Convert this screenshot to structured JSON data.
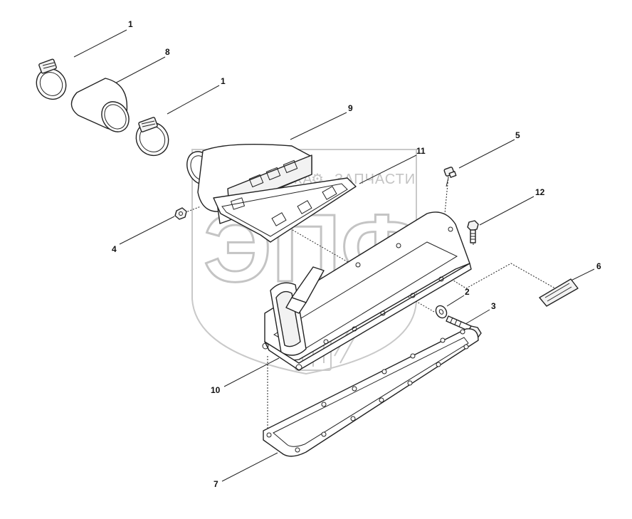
{
  "watermark": {
    "logo_text": "ЭПФ",
    "left_word": "ТЕХНИКА",
    "right_word": "ЗАПЧАСТИ",
    "gear_glyph": "⚙"
  },
  "callouts": [
    {
      "id": "1a",
      "label": "1"
    },
    {
      "id": "8",
      "label": "8"
    },
    {
      "id": "1b",
      "label": "1"
    },
    {
      "id": "9",
      "label": "9"
    },
    {
      "id": "11",
      "label": "11"
    },
    {
      "id": "5",
      "label": "5"
    },
    {
      "id": "12",
      "label": "12"
    },
    {
      "id": "4",
      "label": "4"
    },
    {
      "id": "6",
      "label": "6"
    },
    {
      "id": "2",
      "label": "2"
    },
    {
      "id": "3",
      "label": "3"
    },
    {
      "id": "10",
      "label": "10"
    },
    {
      "id": "7",
      "label": "7"
    }
  ]
}
